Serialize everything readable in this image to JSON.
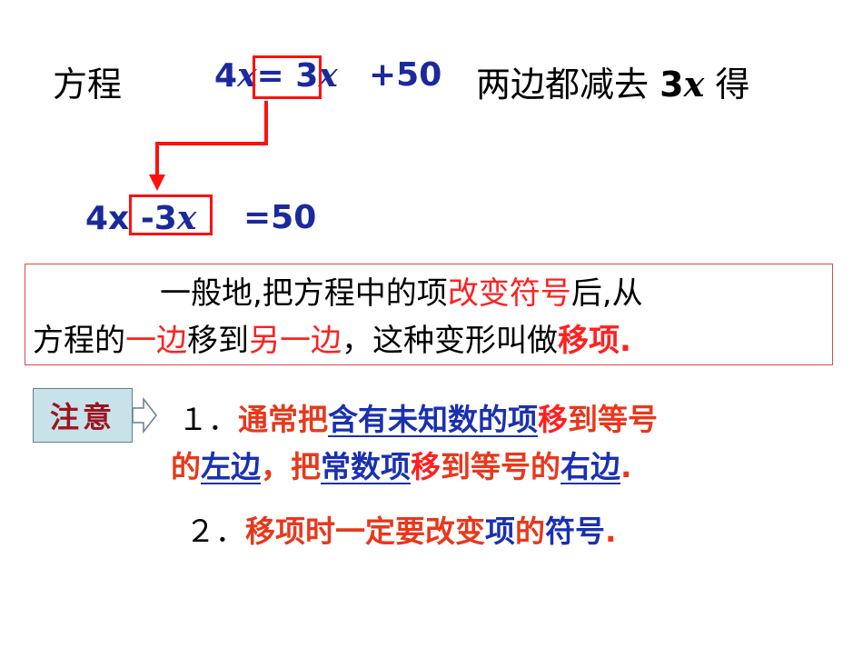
{
  "equation1": {
    "label": "方程",
    "lhs_coef": "4",
    "var": "x",
    "eq_sign": "= 3",
    "rhs_var": "x",
    "plus_const": "+50",
    "desc_prefix": "两边都减去",
    "desc_coef": "3",
    "desc_var": "x",
    "desc_suffix": "得"
  },
  "equation2": {
    "lhs": "4x",
    "moved_term_prefix": " -3",
    "moved_term_var": "x",
    "rhs": "=50"
  },
  "definition": {
    "line1_part1": "一般地,把方程中的项",
    "line1_red": "改变符号",
    "line1_part2": "后,从",
    "line2_part1": "方程的",
    "line2_red1": "一边",
    "line2_part2": "移到",
    "line2_red2": "另一边",
    "line2_part3": "，这种变形叫做",
    "line2_red3": "移项",
    "line2_end": "."
  },
  "note": {
    "badge": "注意",
    "item1_num": "１．",
    "item1_a": "通常把",
    "item1_b": "含有未知数的项",
    "item1_c": "移",
    "item1_d": "到等号",
    "item1_e": "的",
    "item1_f": "左边",
    "item1_g": "，把",
    "item1_h": "常数项",
    "item1_i": "移",
    "item1_j": "到等号的",
    "item1_k": "右边",
    "item1_l": ".",
    "item2_num": "２．",
    "item2_a": "移项时一定要改变",
    "item2_b": "项",
    "item2_c": "的",
    "item2_d": "符号",
    "item2_e": "."
  },
  "colors": {
    "equation": "#1a2a9c",
    "highlight": "#ff1010",
    "accent_red": "#ff2020",
    "orange": "#e8381c",
    "blue": "#1a30b0",
    "badge_bg": "#c7e2e8",
    "badge_text": "#9b1520"
  }
}
